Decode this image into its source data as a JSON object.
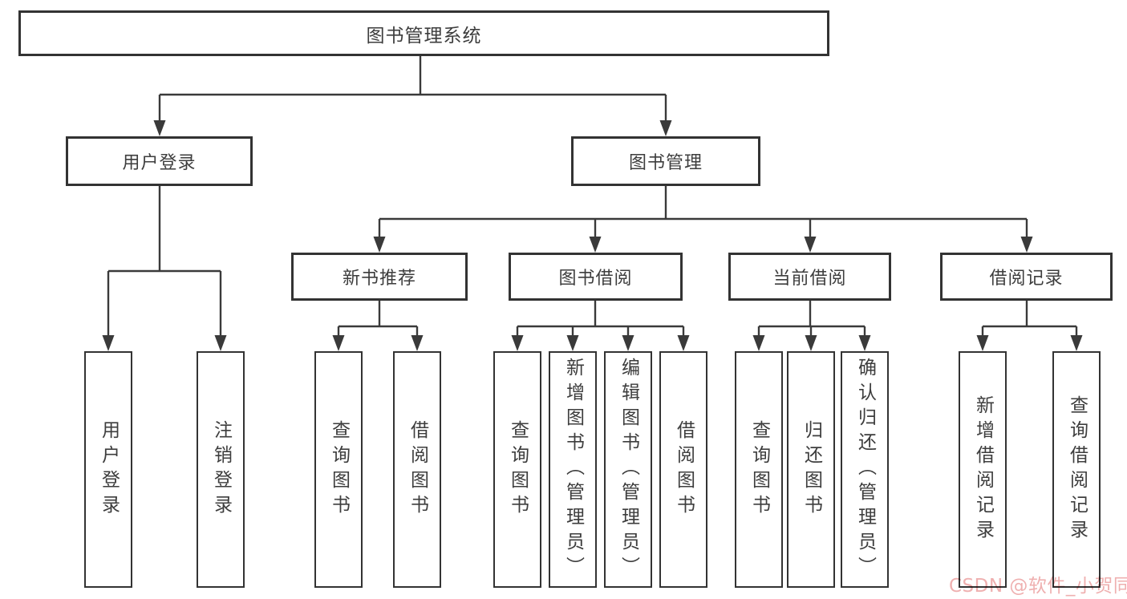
{
  "tree": {
    "label": "图书管理系统",
    "children": [
      {
        "label": "用户登录",
        "children": [
          {
            "label": "用户登录"
          },
          {
            "label": "注销登录"
          }
        ]
      },
      {
        "label": "图书管理",
        "children": [
          {
            "label": "新书推荐",
            "children": [
              {
                "label": "查询图书"
              },
              {
                "label": "借阅图书"
              }
            ]
          },
          {
            "label": "图书借阅",
            "children": [
              {
                "label": "查询图书"
              },
              {
                "label": "新增图书（管理员）"
              },
              {
                "label": "编辑图书（管理员）"
              },
              {
                "label": "借阅图书"
              }
            ]
          },
          {
            "label": "当前借阅",
            "children": [
              {
                "label": "查询图书"
              },
              {
                "label": "归还图书"
              },
              {
                "label": "确认归还（管理员）"
              }
            ]
          },
          {
            "label": "借阅记录",
            "children": [
              {
                "label": "新增借阅记录"
              },
              {
                "label": "查询借阅记录"
              }
            ]
          }
        ]
      }
    ]
  },
  "watermark": {
    "text": "CSDN @软件_小贺同学",
    "color": "#efb0b0"
  },
  "colors": {
    "background": "#ffffff",
    "box_border": "#333333",
    "line": "#3a3a3a",
    "text": "#3d3d3d"
  }
}
